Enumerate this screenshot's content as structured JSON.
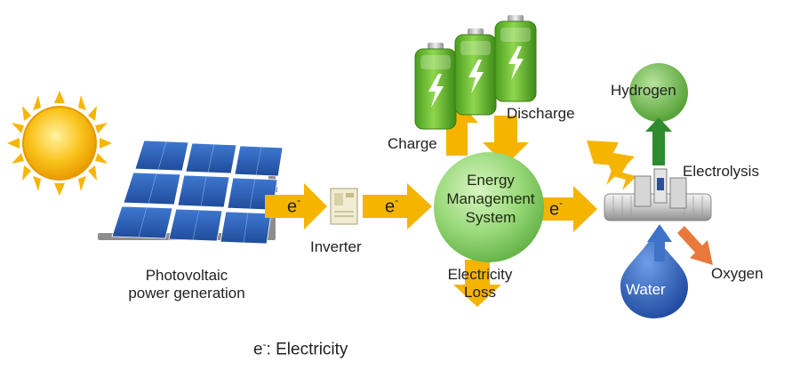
{
  "labels": {
    "pv_line1": "Photovoltaic",
    "pv_line2": "power generation",
    "inverter": "Inverter",
    "ems_line1": "Energy",
    "ems_line2": "Management",
    "ems_line3": "System",
    "charge": "Charge",
    "discharge": "Discharge",
    "loss_line1": "Electricity",
    "loss_line2": "Loss",
    "hydrogen": "Hydrogen",
    "electrolysis": "Electrolysis",
    "oxygen": "Oxygen",
    "water": "Water"
  },
  "electron": {
    "symbol": "e",
    "superscript": "-"
  },
  "legend": {
    "symbol": "e",
    "superscript": "-",
    "text": ": Electricity"
  },
  "colors": {
    "arrow": "#f5b400",
    "ems": "#8ed46a",
    "battery": "#5fb82a",
    "hydrogen": "#5fae3c",
    "hydrogen_arrow": "#2e8b2e",
    "water": "#2f5fb3",
    "water_arrow": "#3e72c8",
    "oxygen_arrow": "#e8793a",
    "sun": "#f7b500",
    "panel": "#2a5db0"
  },
  "icons": [
    "sun-icon",
    "solar-panel-icon",
    "inverter-icon",
    "battery-icon",
    "lightning-icon",
    "electrolyzer-icon",
    "water-drop-icon"
  ]
}
